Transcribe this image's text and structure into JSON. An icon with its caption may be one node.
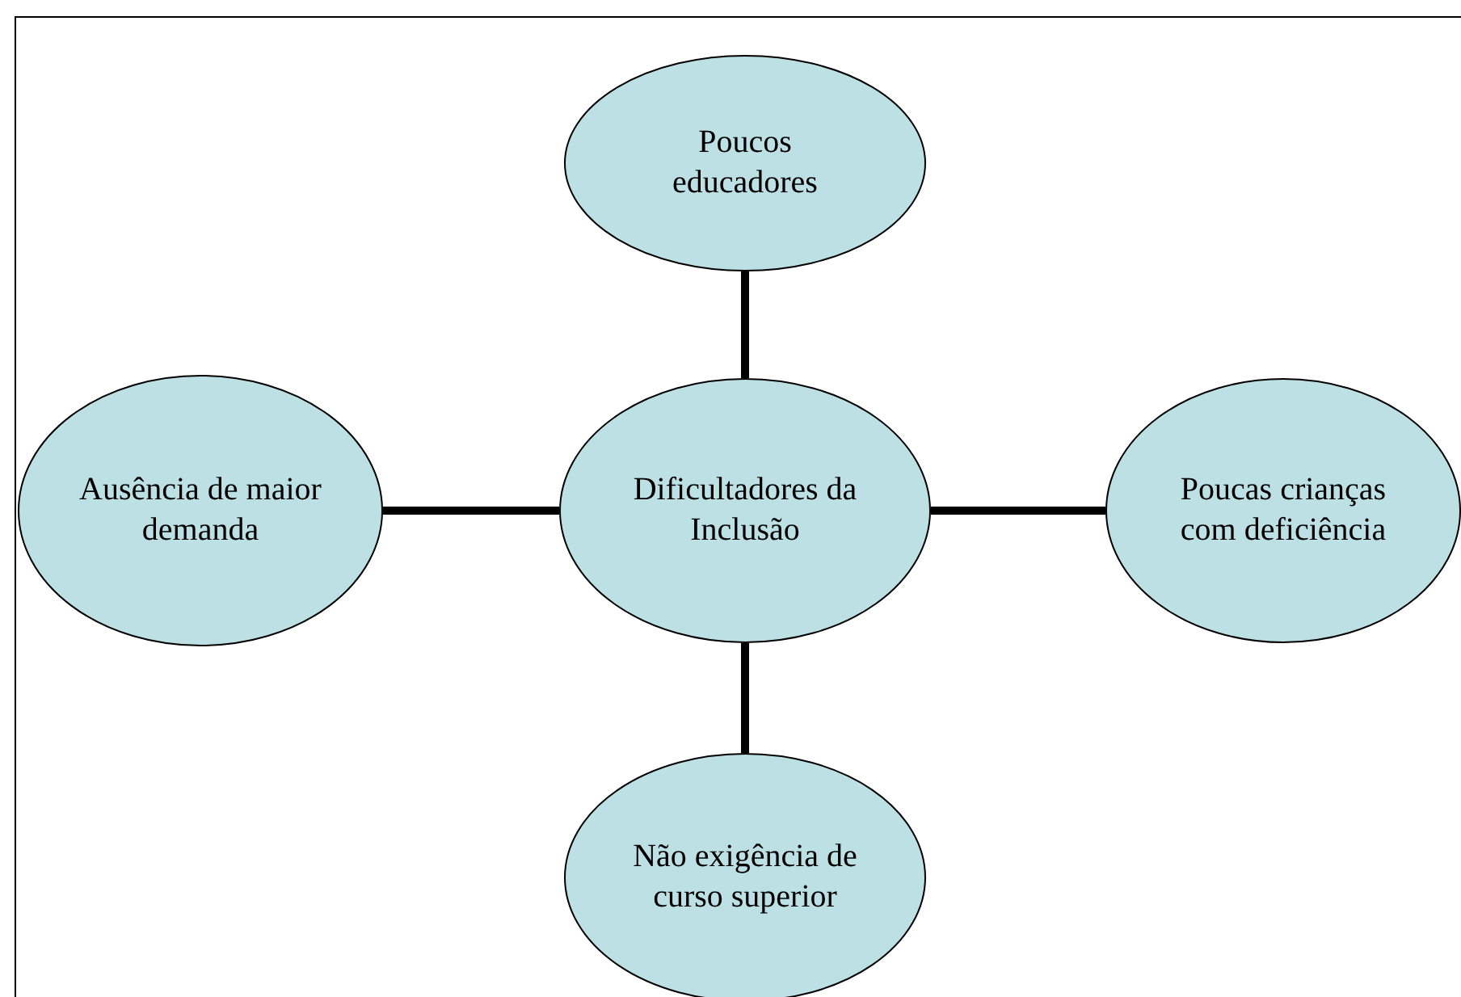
{
  "diagram": {
    "nodes": [
      {
        "text": [
          "Poucos educadores"
        ]
      },
      {
        "text": [
          "Ausência de maior demanda"
        ]
      },
      {
        "text": [
          "Dificultadores da Inclusão"
        ]
      },
      {
        "text": [
          "Poucas crianças com deficiência"
        ]
      },
      {
        "text": [
          "Não exigência de curso superior"
        ]
      }
    ],
    "edges": [
      {
        "from": 2,
        "to": 0,
        "arrow": "none"
      },
      {
        "from": 2,
        "to": 1,
        "arrow": "none"
      },
      {
        "from": 2,
        "to": 3,
        "arrow": "none"
      },
      {
        "from": 2,
        "to": 4,
        "arrow": "none"
      }
    ]
  }
}
